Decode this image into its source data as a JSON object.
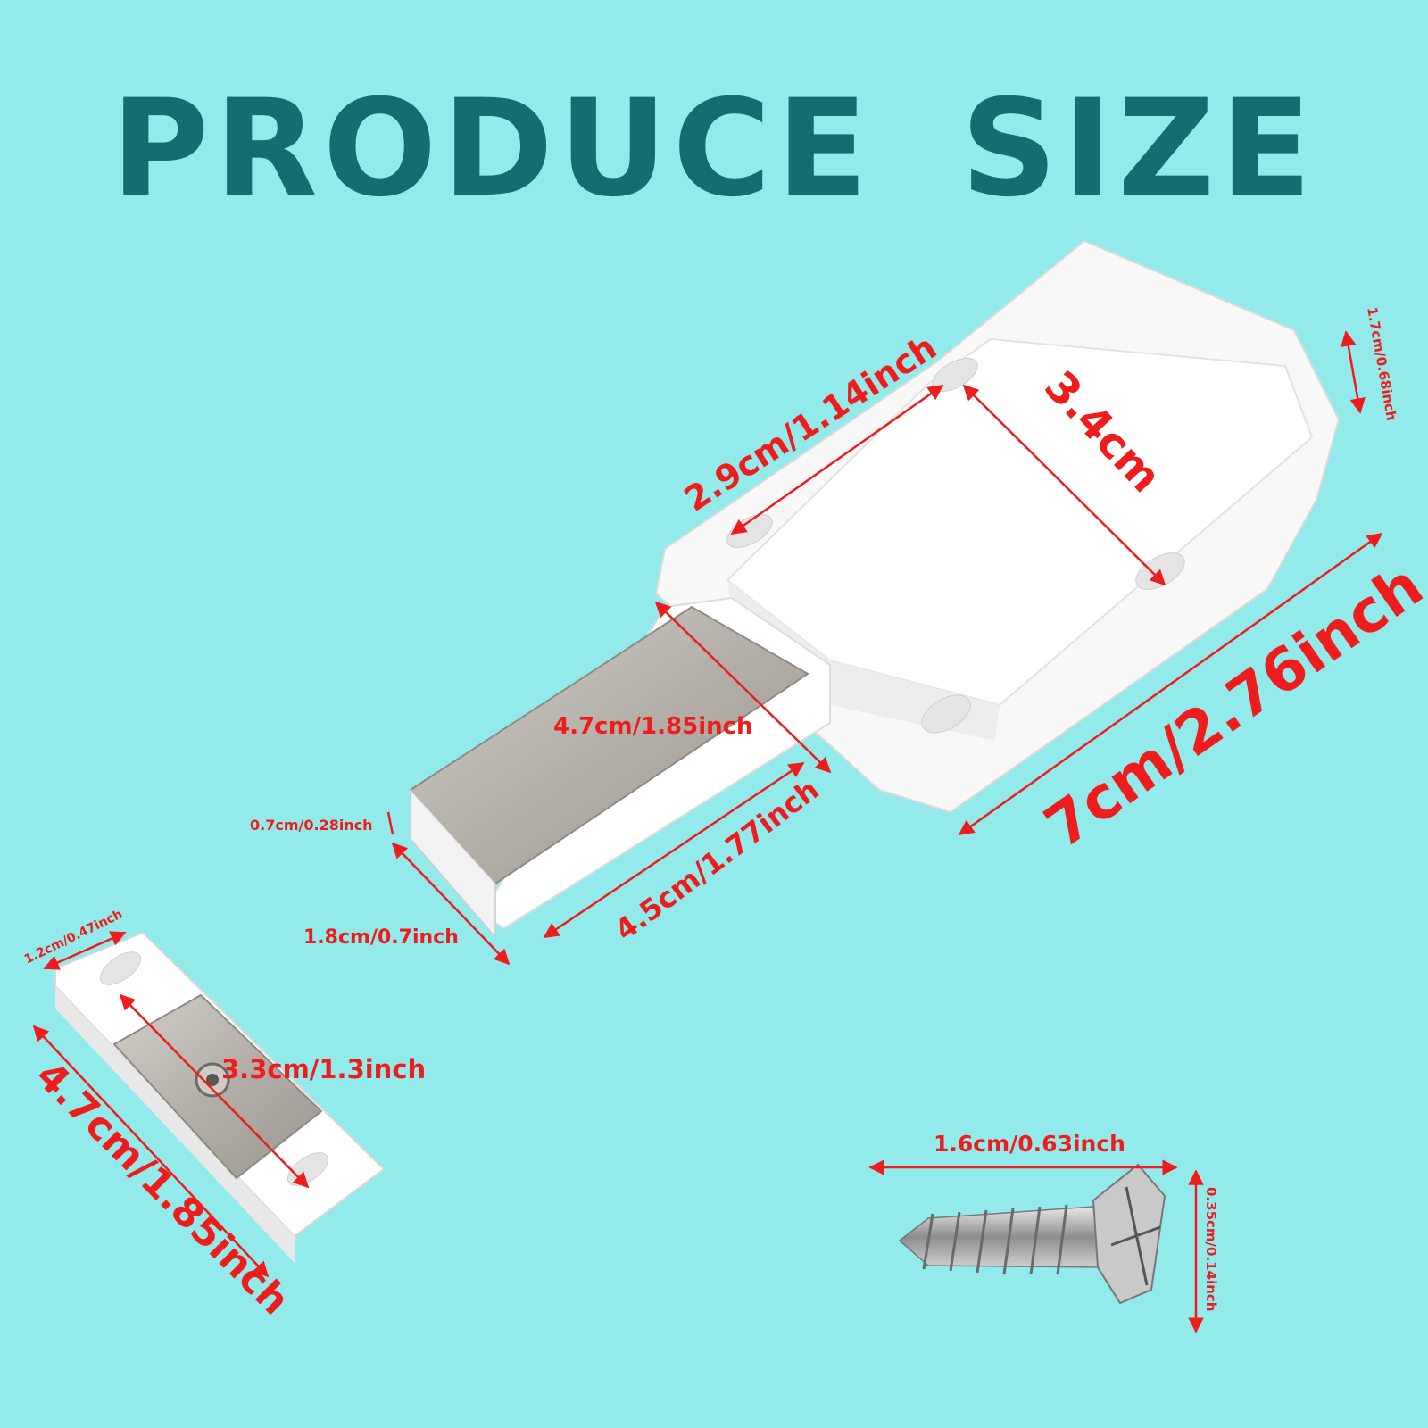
{
  "title": "PRODUCE  SIZE",
  "colors": {
    "background": "#93eaea",
    "title": "#136f6f",
    "dimension": "#ee1c1c",
    "plastic": "#ffffff",
    "metal": "#b8b4ae"
  },
  "dimensions": {
    "latch_thickness": "1.7cm/0.68inch",
    "latch_body_width": "2.9cm/1.14inch",
    "latch_screw_spacing": "3.4cm",
    "latch_total_length": "7cm/2.76inch",
    "plunger_length": "4.7cm/1.85inch",
    "plunger_height": "0.7cm/0.28inch",
    "plunger_extension": "4.5cm/1.77inch",
    "plunger_width": "1.8cm/0.7inch",
    "plate_width": "1.2cm/0.47inch",
    "plate_hole_spacing": "3.3cm/1.3inch",
    "plate_length": "4.7cm/1.85inch",
    "screw_length": "1.6cm/0.63inch",
    "screw_diameter": "0.35cm/0.14inch"
  }
}
